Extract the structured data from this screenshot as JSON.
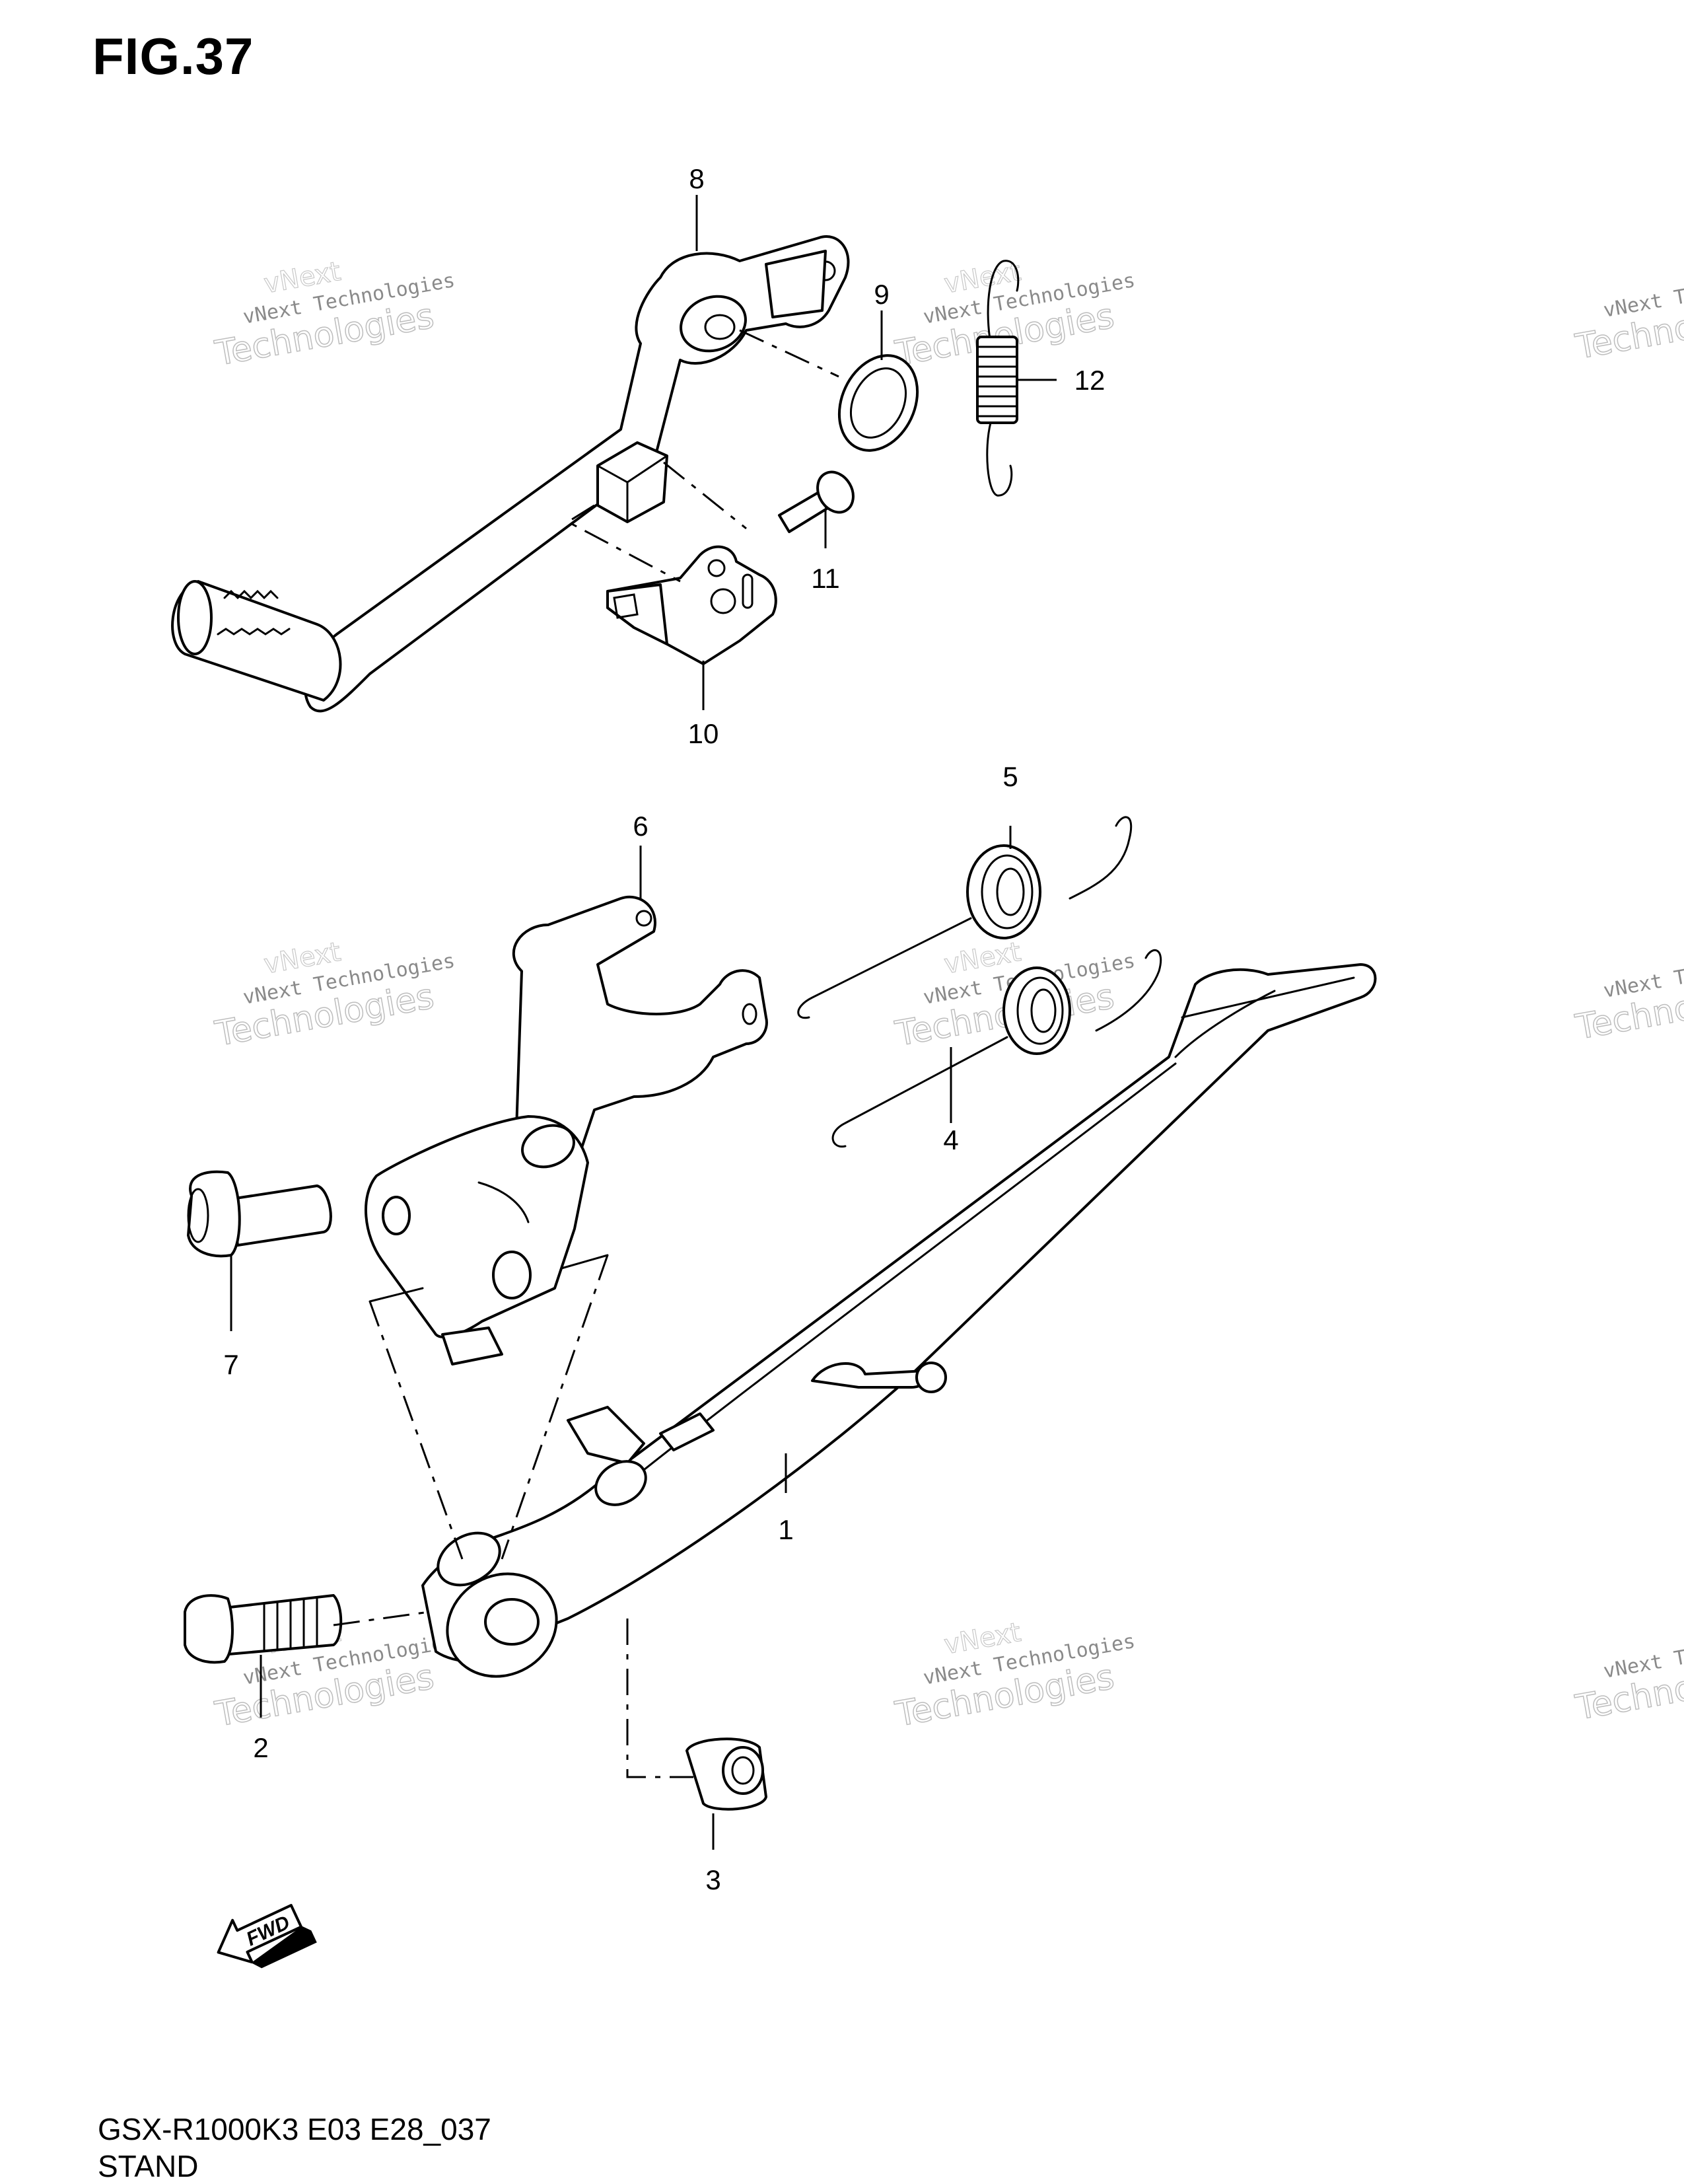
{
  "figure": {
    "title": "FIG.37",
    "model_code": "GSX-R1000K3 E03 E28_037",
    "section_name": "STAND"
  },
  "watermark": {
    "line1": "vNext Technologies",
    "line2": "Technologies",
    "line3": "vNext"
  },
  "fwd_label": "FWD",
  "callouts": [
    {
      "num": "1"
    },
    {
      "num": "2"
    },
    {
      "num": "3"
    },
    {
      "num": "4"
    },
    {
      "num": "5"
    },
    {
      "num": "6"
    },
    {
      "num": "7"
    },
    {
      "num": "8"
    },
    {
      "num": "9"
    },
    {
      "num": "10"
    },
    {
      "num": "11"
    },
    {
      "num": "12"
    }
  ]
}
